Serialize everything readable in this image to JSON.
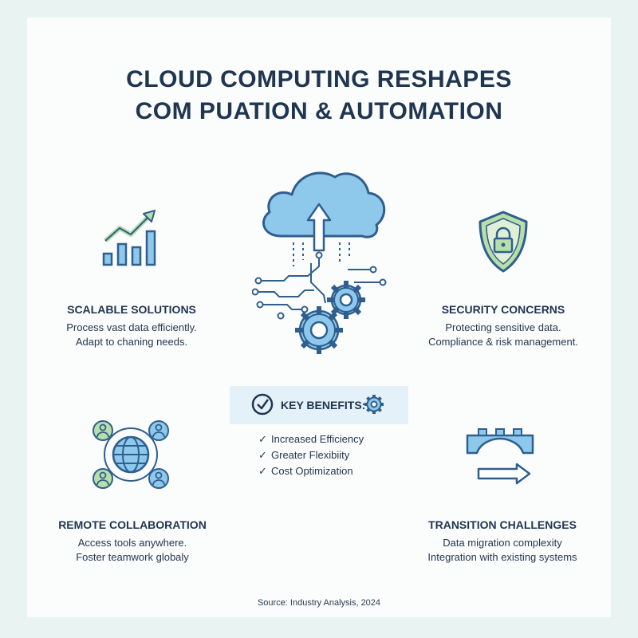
{
  "title": {
    "line1": "CLOUD COMPUTING RESHAPES",
    "line2": "COM PUATION & AUTOMATION"
  },
  "sections": {
    "scalable": {
      "heading": "SCALABLE SOLUTIONS",
      "lines": [
        "Process vast data efficiently.",
        "Adapt to chaning needs."
      ],
      "icon": "growth-chart-icon"
    },
    "security": {
      "heading": "SECURITY CONCERNS",
      "lines": [
        "Protecting sensitive data.",
        "Compliance & risk management."
      ],
      "icon": "shield-lock-icon"
    },
    "remote": {
      "heading": "REMOTE COLLABORATION",
      "lines": [
        "Access tools anywhere.",
        "Foster teamwork globaly"
      ],
      "icon": "globe-people-icon"
    },
    "transition": {
      "heading": "TRANSITION CHALLENGES",
      "lines": [
        "Data migration complexity",
        "Integration with existing systems"
      ],
      "icon": "bridge-arrow-icon"
    }
  },
  "key_benefits": {
    "label": "KEY BENEFITS:",
    "items": [
      "Increased Efficiency",
      "Greater Flexibiity",
      "Cost Optimization"
    ],
    "check": "✓"
  },
  "center_icon": "cloud-upload-gears-icon",
  "source": "Source: Industry Analysis, 2024",
  "colors": {
    "navy": "#1f3550",
    "blue": "#3b7fbf",
    "light_blue": "#8ec9ec",
    "green": "#b8dfa8",
    "panel": "#e5f1f9"
  }
}
